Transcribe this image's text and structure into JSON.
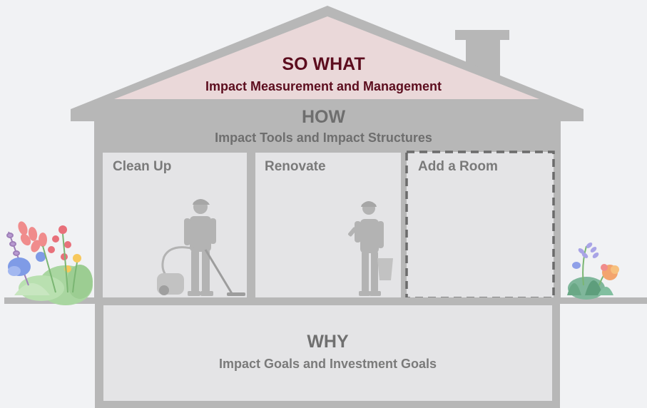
{
  "roof": {
    "title": "SO WHAT",
    "subtitle": "Impact Measurement and Management"
  },
  "floor": {
    "title": "HOW",
    "subtitle": "Impact Tools and Impact Structures",
    "rooms": [
      {
        "label": "Clean Up"
      },
      {
        "label": "Renovate"
      },
      {
        "label": "Add a Room"
      }
    ]
  },
  "basement": {
    "title": "WHY",
    "subtitle": "Impact Goals and Investment Goals"
  },
  "colors": {
    "roof_fill": "#ead8d9",
    "house_gray": "#b7b7b7",
    "room_fill": "#e4e4e6",
    "accent_text": "#5c0d1e",
    "background": "#f1f2f4"
  }
}
